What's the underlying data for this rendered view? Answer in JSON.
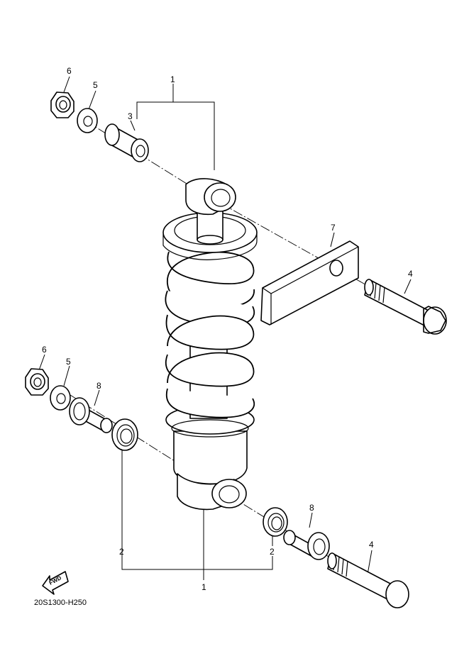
{
  "callouts": {
    "shock_assembly_top": "1",
    "collar_top": "3",
    "washer_top": "5",
    "nut_top": "6",
    "bracket": "7",
    "bolt_top": "4",
    "nut_bottom": "6",
    "washer_bottom": "5",
    "collar_left": "8",
    "seal_left": "2",
    "seal_right": "2",
    "collar_right": "8",
    "bolt_bottom": "4",
    "shock_assembly_bottom": "1"
  },
  "fwd_label": "FWD",
  "diagram_code": "20S1300-H250"
}
